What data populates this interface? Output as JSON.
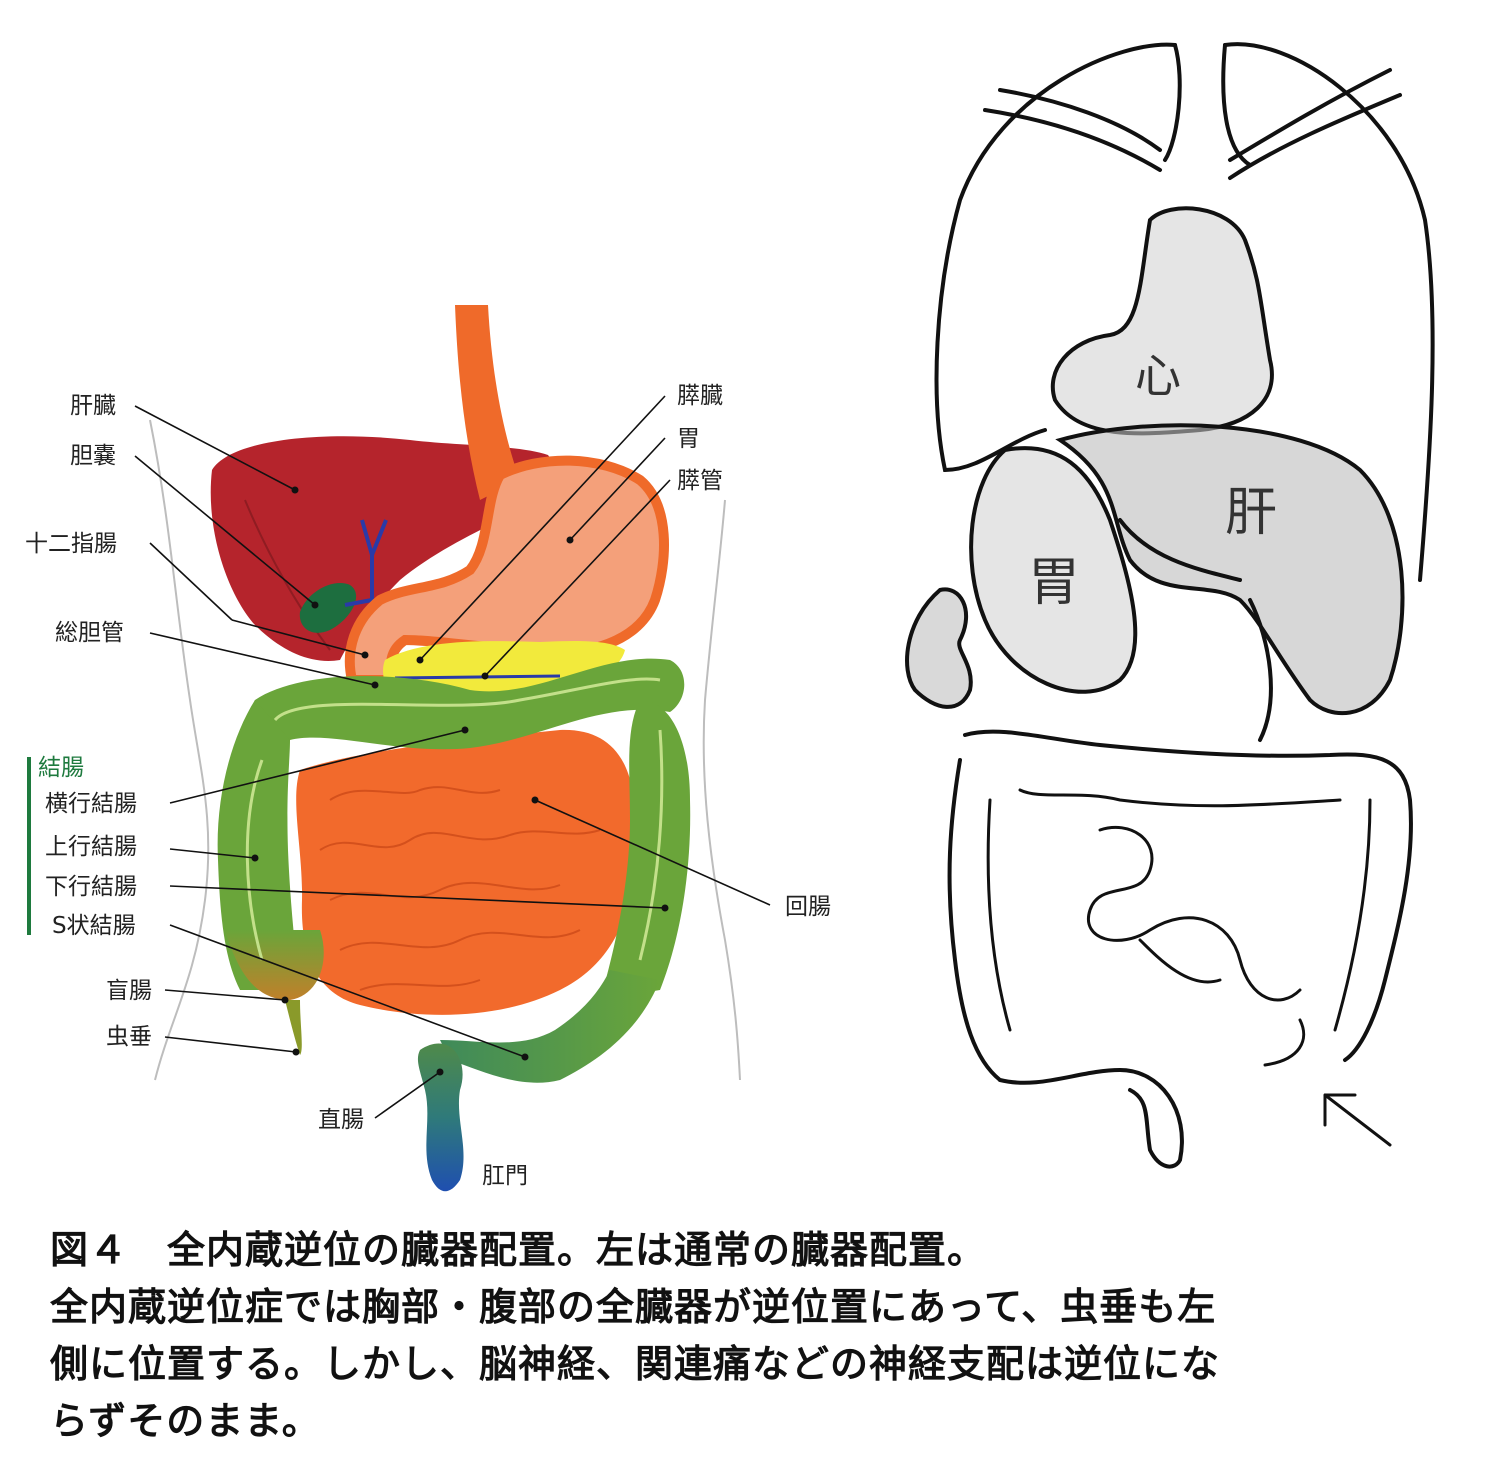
{
  "left_diagram": {
    "labels": {
      "liver": "肝臓",
      "gallbladder": "胆嚢",
      "duodenum": "十二指腸",
      "common_bile_duct": "総胆管",
      "colon_group": "結腸",
      "transverse_colon": "横行結腸",
      "ascending_colon": "上行結腸",
      "descending_colon": "下行結腸",
      "sigmoid_colon": "S状結腸",
      "cecum": "盲腸",
      "appendix": "虫垂",
      "rectum": "直腸",
      "anus": "肛門",
      "pancreas": "膵臓",
      "stomach": "胃",
      "pancreatic_duct": "膵管",
      "ileum": "回腸"
    },
    "colors": {
      "liver": "#b5242c",
      "stomach": "#f4a07a",
      "esophagus": "#ef6a2a",
      "small_intestine": "#f26a2c",
      "colon": "#6aa53a",
      "gallbladder": "#1d6e3f",
      "pancreas": "#f2ea3c",
      "bile_duct": "#2a3aa8",
      "rectum": "#2560a8",
      "label_group": "#1e7a3e"
    }
  },
  "right_sketch": {
    "labels": {
      "heart": "心",
      "liver": "肝",
      "stomach": "胃"
    }
  },
  "caption": {
    "line1": "図４　全内蔵逆位の臓器配置。左は通常の臓器配置。",
    "line2": "全内蔵逆位症では胸部・腹部の全臓器が逆位置にあって、虫垂も左",
    "line3": "側に位置する。しかし、脳神経、関連痛などの神経支配は逆位にな",
    "line4": "らずそのまま。"
  }
}
